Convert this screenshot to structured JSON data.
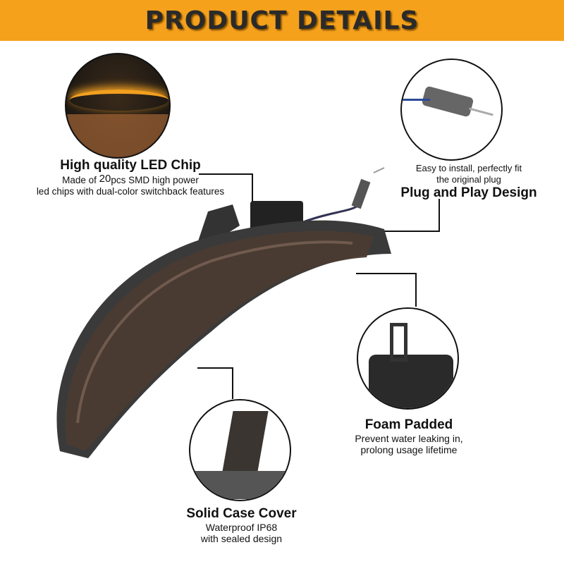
{
  "banner": {
    "title": "PRODUCT DETAILS"
  },
  "features": [
    {
      "title": "High quality LED Chip",
      "line1_pre": "Made of ",
      "line1_num": "20",
      "line1_post": "pcs SMD high power",
      "line2": "led chips with dual-color switchback features"
    },
    {
      "title": "Plug and Play Design",
      "line1": "Easy to install, perfectly fit",
      "line2": "the original plug"
    },
    {
      "title": "Foam Padded",
      "line1": "Prevent water leaking in,",
      "line2": "prolong usage lifetime"
    },
    {
      "title": "Solid Case Cover",
      "line1": "Waterproof IP68",
      "line2": "with sealed design"
    }
  ],
  "colors": {
    "banner": "#f5a11c",
    "led": "#f2a020"
  }
}
